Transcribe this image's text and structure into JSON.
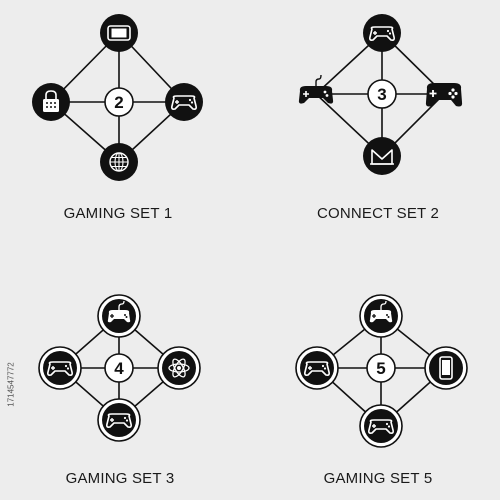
{
  "colors": {
    "background": "#ededed",
    "node_fill": "#111111",
    "line": "#111111",
    "icon": "#ffffff",
    "center_fill": "#ffffff"
  },
  "stock_id": "1714547772",
  "sets": [
    {
      "caption": "GAMING SET 1",
      "center_number": "2",
      "style": "solid",
      "nodes": {
        "top": "tablet-icon",
        "left": "padlock-keypad-icon",
        "right": "gamepad-icon",
        "bottom": "globe-icon"
      }
    },
    {
      "caption": "CONNECT SET 2",
      "center_number": "3",
      "style": "solid-with-loose-controllers",
      "nodes": {
        "top": "gamepad-icon",
        "left": "wired-controller-icon",
        "right": "gamepad-icon",
        "bottom": "console-icon"
      }
    },
    {
      "caption": "GAMING SET 3",
      "center_number": "4",
      "style": "ringed",
      "nodes": {
        "top": "wired-controller-icon",
        "left": "gamepad-icon",
        "right": "atom-icon",
        "bottom": "gamepad-icon"
      }
    },
    {
      "caption": "GAMING SET 5",
      "center_number": "5",
      "style": "ringed",
      "nodes": {
        "top": "wired-controller-icon",
        "left": "gamepad-icon",
        "right": "smartphone-icon",
        "bottom": "gamepad-icon"
      }
    }
  ]
}
